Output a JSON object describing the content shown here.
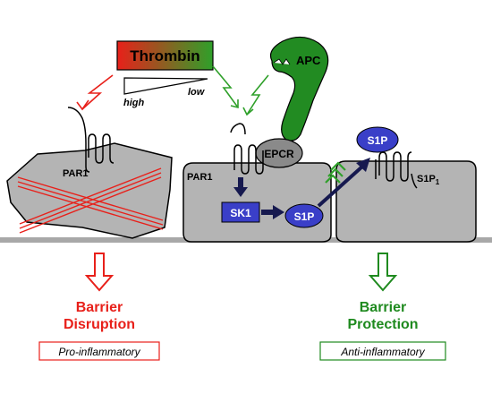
{
  "thrombin": {
    "label": "Thrombin",
    "gradient_from": "#e8201a",
    "gradient_to": "#2fa02a",
    "high": "high",
    "low": "low"
  },
  "apc": {
    "label": "APC",
    "color": "#228b22"
  },
  "epcr": {
    "label": "EPCR"
  },
  "par1_left": {
    "label": "PAR1"
  },
  "par1_right": {
    "label": "PAR1"
  },
  "sk1": {
    "label": "SK1"
  },
  "s1p_inner": {
    "label": "S1P"
  },
  "s1p_top": {
    "label": "S1P"
  },
  "s1p1": {
    "label": "S1P",
    "subscript": "1"
  },
  "left_outcome": {
    "line1": "Barrier",
    "line2": "Disruption",
    "box": "Pro-inflammatory",
    "color": "#e8201a"
  },
  "right_outcome": {
    "line1": "Barrier",
    "line2": "Protection",
    "box": "Anti-inflammatory",
    "color": "#1f8a1f"
  },
  "colors": {
    "cell": "#b4b4b4",
    "blue": "#3a3fc8",
    "dark_navy": "#16194f",
    "lightning_red": "#e8201a",
    "lightning_green": "#2fa02a"
  }
}
